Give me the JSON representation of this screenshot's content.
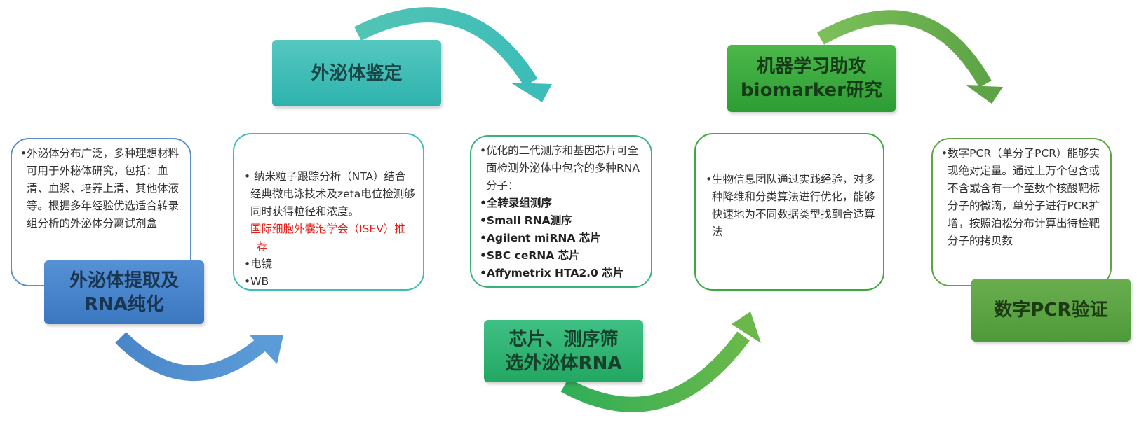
{
  "stages": [
    {
      "id": "extraction",
      "title_lines": [
        "外泌体提取及",
        "RNA纯化"
      ],
      "items": [
        {
          "text": "外泌体分布广泛，多种理想材料可用于外秘体研究，包括：血清、血浆、培养上清、其他体液等。根据多年经验优选适合转录组分析的外泌体分离试剂盒",
          "bold": false
        }
      ],
      "color": "#4a86c8"
    },
    {
      "id": "identification",
      "title_lines": [
        "外泌体鉴定"
      ],
      "items": [
        {
          "text": "纳米粒子跟踪分析（NTA）结合经典微电泳技术及zeta电位检测够同时获得粒径和浓度。",
          "bold": false,
          "note": "国际细胞外囊泡学会（ISEV）推荐"
        },
        {
          "text": "电镜",
          "bold": false
        },
        {
          "text": "WB",
          "bold": false
        }
      ],
      "note_color": "#e0201b",
      "color": "#3dbdb8"
    },
    {
      "id": "screening",
      "title_lines": [
        "芯片、测序筛",
        "选外泌体RNA"
      ],
      "items": [
        {
          "text": "优化的二代测序和基因芯片可全面检测外泌体中包含的多种RNA分子：",
          "bold": false
        },
        {
          "text": "全转录组测序",
          "bold": true
        },
        {
          "text": "Small RNA测序",
          "bold": true
        },
        {
          "text": "Agilent miRNA 芯片",
          "bold": true
        },
        {
          "text": "SBC ceRNA 芯片",
          "bold": true
        },
        {
          "text": "Affymetrix HTA2.0 芯片",
          "bold": true
        }
      ],
      "color": "#34b47a"
    },
    {
      "id": "machine-learning",
      "title_lines": [
        "机器学习助攻",
        "biomarker研究"
      ],
      "items": [
        {
          "text": "生物信息团队通过实践经验，对多种降维和分类算法进行优化，能够快速地为不同数据类型找到合适算法",
          "bold": false
        }
      ],
      "color": "#3ea73e"
    },
    {
      "id": "digital-pcr",
      "title_lines": [
        "数字PCR验证"
      ],
      "items": [
        {
          "text": "数字PCR（单分子PCR）能够实现绝对定量。通过上万个包含或不含或含有一个至数个核酸靶标分子的微滴，单分子进行PCR扩增，按照泊松分布计算出待检靶分子的拷贝数",
          "bold": false
        }
      ],
      "color": "#5ea446"
    }
  ]
}
